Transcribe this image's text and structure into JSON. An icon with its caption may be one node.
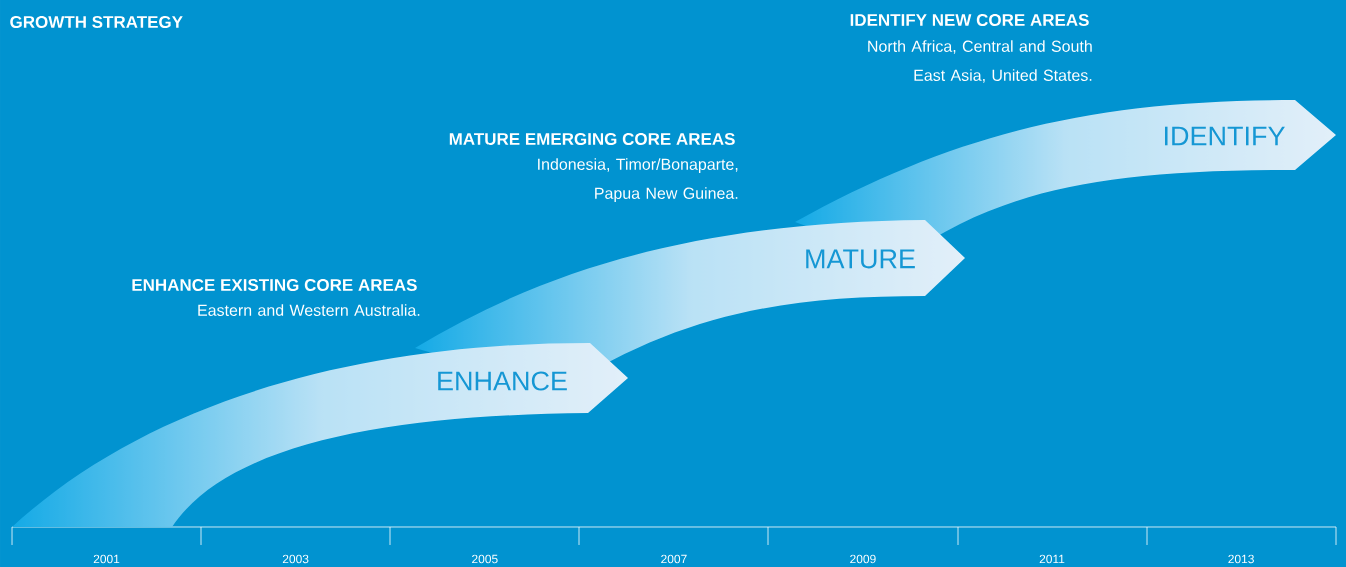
{
  "diagram": {
    "title": "GROWTH STRATEGY",
    "nodes": [
      {
        "text": [
          "ENHANCE"
        ],
        "beside": [
          "ENHANCE EXISTING CORE AREAS",
          "Eastern and Western Australia."
        ]
      },
      {
        "text": [
          "MATURE"
        ],
        "beside": [
          "MATURE EMERGING CORE AREAS",
          "Indonesia, Timor/Bonaparte, Papua New Guinea."
        ]
      },
      {
        "text": [
          "IDENTIFY"
        ],
        "beside": [
          "IDENTIFY NEW CORE AREAS",
          "North Africa, Central and South East Asia, United States."
        ]
      }
    ],
    "labels": [
      "2001",
      "2003",
      "2005",
      "2007",
      "2009",
      "2011",
      "2013"
    ]
  }
}
